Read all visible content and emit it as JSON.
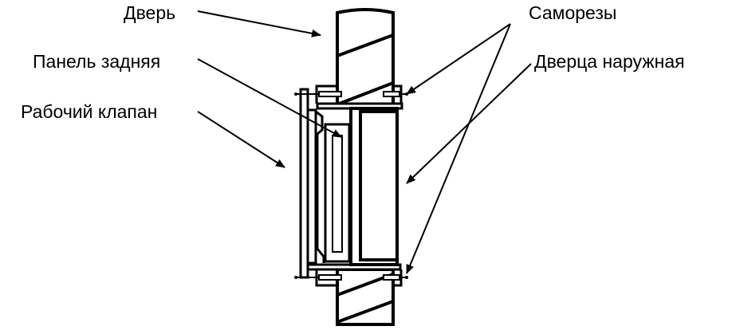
{
  "labels": {
    "door": "Дверь",
    "back_panel": "Панель задняя",
    "working_valve": "Рабочий клапан",
    "screws": "Саморезы",
    "outer_door": "Дверца наружная"
  },
  "colors": {
    "ink": "#000000",
    "background": "#ffffff"
  }
}
